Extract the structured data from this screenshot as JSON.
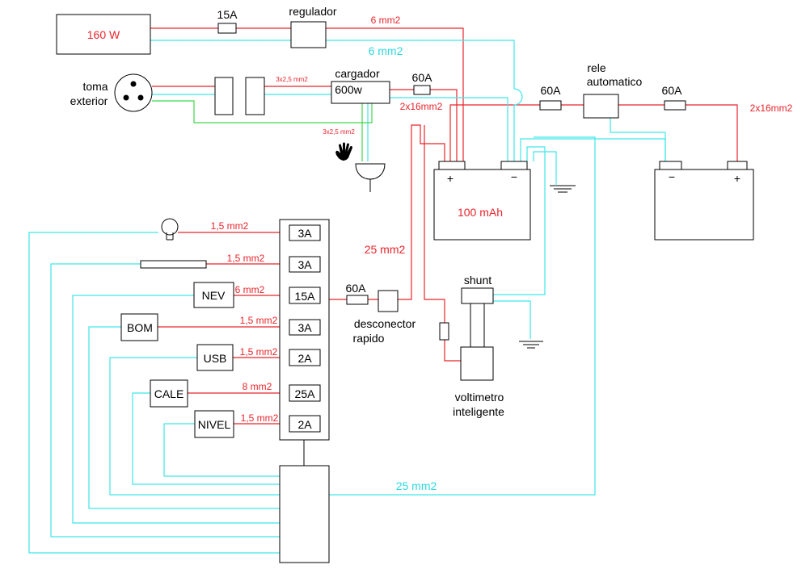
{
  "components": {
    "panel": "160 W",
    "fuse_panel": "15A",
    "regulator": "regulador",
    "outlet": [
      "toma",
      "exterior"
    ],
    "charger": [
      "cargador",
      "600w"
    ],
    "fuse_charger": "60A",
    "fuse_main": "60A",
    "relay": [
      "rele",
      "automatico"
    ],
    "fuse_relay_out": "60A",
    "battery_main": "100 mAh",
    "battery_plus": "+",
    "battery_minus": "−",
    "battery2_plus": "+",
    "battery2_minus": "−",
    "shunt": "shunt",
    "voltmeter": [
      "voltimetro",
      "inteligente"
    ],
    "fuse_block_in": "60A",
    "disconnector": [
      "desconector",
      "rapido"
    ],
    "fuses": [
      "3A",
      "3A",
      "15A",
      "3A",
      "2A",
      "25A",
      "2A"
    ],
    "loads": {
      "nev": "NEV",
      "bom": "BOM",
      "usb": "USB",
      "cale": "CALE",
      "nivel": "NIVEL"
    }
  },
  "wire_labels": {
    "reg_out": "6 mm2",
    "reg_neg": "6 mm2",
    "outlet_cable": "3x2,5 mm2",
    "charger_out": "2x16mm2",
    "ground_cable": "3x2,5 mm2",
    "battery2_cable": "2x16mm2",
    "feed_block": "25 mm2",
    "load1": "1,5 mm2",
    "load2": "1,5 mm2",
    "load_nev": "6 mm2",
    "load_bom": "1,5 mm2",
    "load_usb": "1,5 mm2",
    "load_cale": "8 mm2",
    "load_nivel": "1,5 mm2",
    "neg_bus": "25 mm2"
  },
  "colors": {
    "positive": "#e8242b",
    "negative": "#3ee6ea",
    "earth": "#41d64a"
  }
}
